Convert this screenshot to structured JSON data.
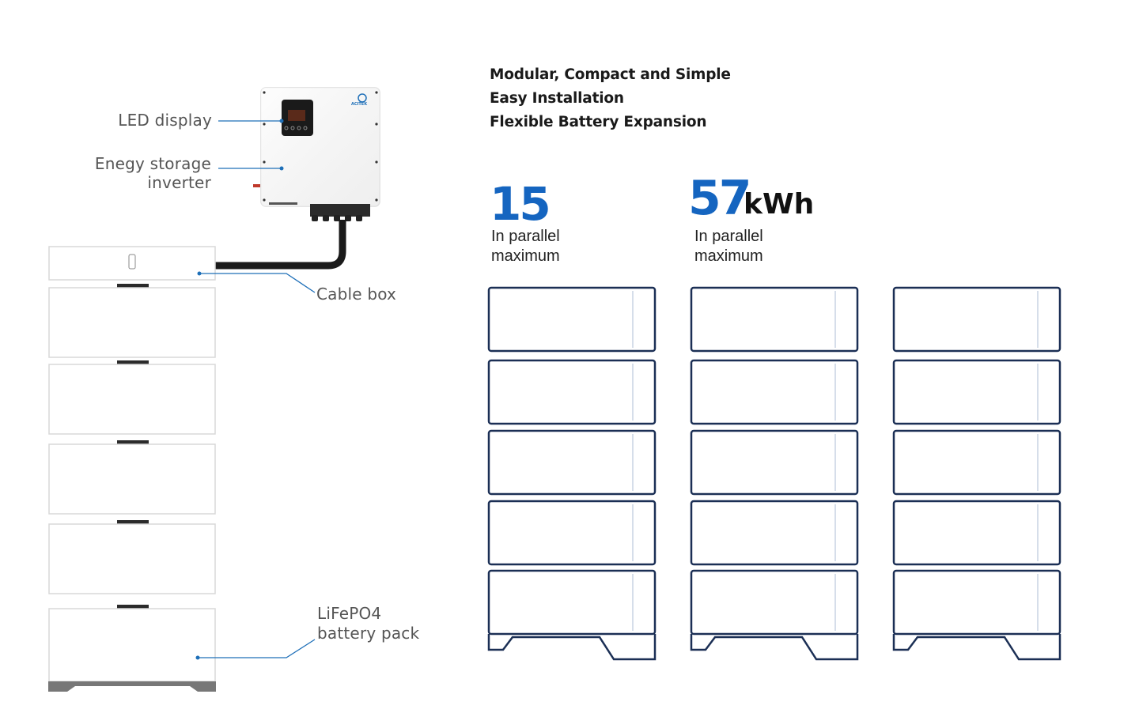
{
  "callouts": {
    "led_display": "LED display",
    "inverter_line1": "Enegy storage",
    "inverter_line2": "inverter",
    "cable_box": "Cable box",
    "battery_line1": "LiFePO4",
    "battery_line2": "battery pack"
  },
  "features": [
    "Modular, Compact and Simple",
    "Easy Installation",
    "Flexible Battery Expansion"
  ],
  "capacity_min": {
    "value": "15",
    "caption_line1": "In parallel",
    "caption_line2": "maximum"
  },
  "capacity_max": {
    "value": "57",
    "unit": "kWh",
    "caption_line1": "In parallel",
    "caption_line2": "maximum"
  },
  "inverter_brand": "ACITEK",
  "stacks": {
    "count": 3,
    "modules_per_stack": 5
  },
  "left_stack": {
    "battery_modules": 5
  },
  "colors": {
    "accent": "#1565c0",
    "callout_line": "#1e6fb8",
    "outline": "#1b2f55"
  }
}
